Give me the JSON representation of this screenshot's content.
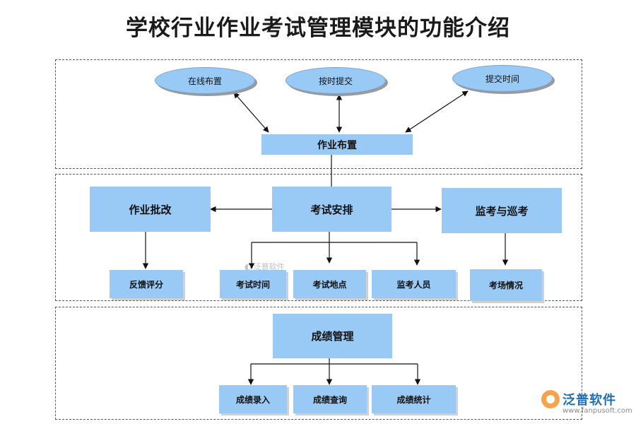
{
  "title": "学校行业作业考试管理模块的功能介绍",
  "nodes": {
    "online_assign": "在线布置",
    "submit_on_time": "按时提交",
    "submit_time": "提交时间",
    "homework_assign": "作业布置",
    "homework_grading": "作业批改",
    "exam_arrange": "考试安排",
    "proctor_patrol": "监考与巡考",
    "feedback_score": "反馈评分",
    "exam_time": "考试时间",
    "exam_location": "考试地点",
    "proctor_staff": "监考人员",
    "exam_room_status": "考场情况",
    "grade_management": "成绩管理",
    "grade_entry": "成绩录入",
    "grade_query": "成绩查询",
    "grade_stats": "成绩统计"
  },
  "watermark": "泛普软件",
  "logo": {
    "name": "泛普软件",
    "url": "www.fanpusoft.com"
  }
}
